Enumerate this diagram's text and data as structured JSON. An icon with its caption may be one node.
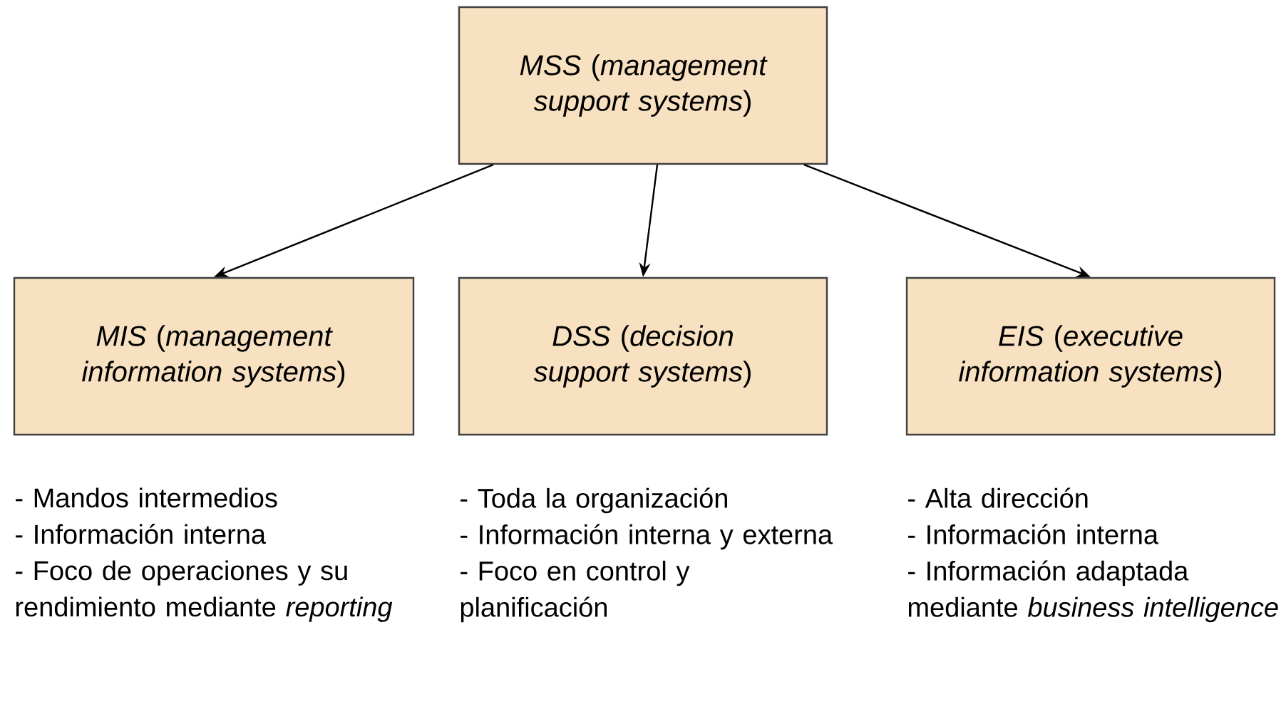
{
  "diagram": {
    "nodes": [
      {
        "text": [
          "*MSS* (*management support systems*)"
        ]
      },
      {
        "text": [
          "*MIS* (*management information systems*)"
        ],
        "beside": [
          "- Mandos intermedios",
          "- Información interna",
          "- Foco de operaciones y su rendimiento mediante *reporting*"
        ]
      },
      {
        "text": [
          "*DSS* (*decision support systems*)"
        ],
        "beside": [
          "- Toda la organización",
          "- Información interna y externa",
          "- Foco en control y planificación"
        ]
      },
      {
        "text": [
          "*EIS* (*executive information systems*)"
        ],
        "beside": [
          "- Alta dirección",
          "- Información interna",
          "- Información adaptada mediante *business intelligence*"
        ]
      }
    ],
    "edges": [
      {
        "from": 0,
        "to": 1,
        "arrow": "to"
      },
      {
        "from": 0,
        "to": 2,
        "arrow": "to"
      },
      {
        "from": 0,
        "to": 3,
        "arrow": "to"
      }
    ]
  }
}
